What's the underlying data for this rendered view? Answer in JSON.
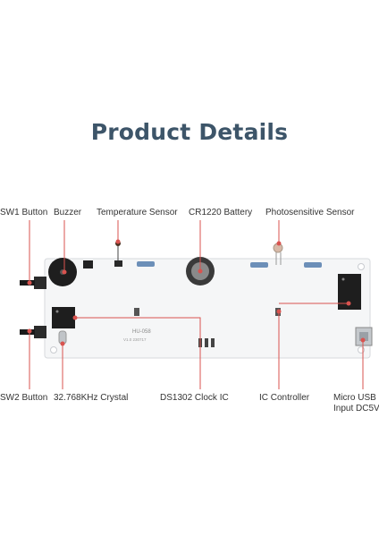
{
  "header": {
    "title": "Product Details"
  },
  "labels": {
    "top": [
      "SW1 Button",
      "Buzzer",
      "Temperature Sensor",
      "CR1220 Battery",
      "Photosensitive Sensor"
    ],
    "bottom": [
      "SW2 Button",
      "32.768KHz Crystal",
      "DS1302 Clock IC",
      "IC Controller",
      "Micro USB",
      "Input DC5V"
    ]
  },
  "board": {
    "model": "HU-058",
    "version": "V1.0 230717"
  },
  "colors": {
    "title": "#3d5569",
    "pointer": "#d9534f",
    "pcb": "#f5f6f7"
  }
}
